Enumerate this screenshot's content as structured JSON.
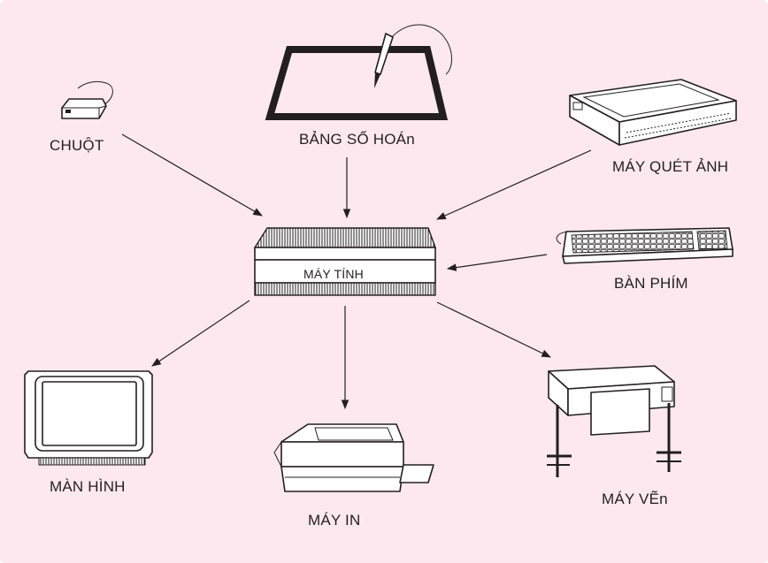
{
  "colors": {
    "background": "#fde8ef",
    "stroke": "#231f20"
  },
  "center": {
    "label": "MÁY TÍNH"
  },
  "inputs": {
    "mouse": "CHUỘT",
    "tablet": "BẢNG SỐ HOÁn",
    "scanner": "MÁY QUÉT ẢNH",
    "keyboard": "BÀN PHÍM"
  },
  "outputs": {
    "monitor": "MÀN HÌNH",
    "printer": "MÁY IN",
    "plotter": "MÁY VẼn"
  }
}
